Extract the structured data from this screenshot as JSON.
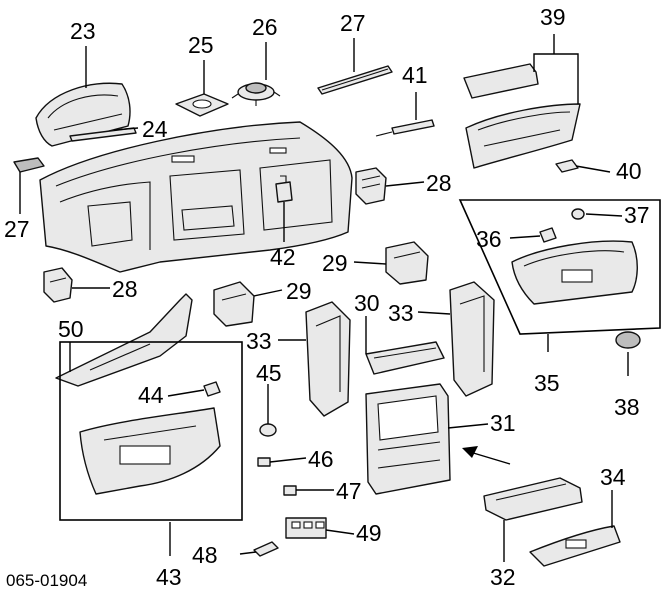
{
  "callouts": {
    "p23": "23",
    "p25": "25",
    "p26": "26",
    "p27_top": "27",
    "p39": "39",
    "p41": "41",
    "p24": "24",
    "p27_left": "27",
    "p28_mid": "28",
    "p40": "40",
    "p37": "37",
    "p36": "36",
    "p42": "42",
    "p29_upper": "29",
    "p28_left": "28",
    "p29_lower": "29",
    "p30": "30",
    "p33_right": "33",
    "p50": "50",
    "p33_left": "33",
    "p35": "35",
    "p45": "45",
    "p44": "44",
    "p38": "38",
    "p31": "31",
    "p46": "46",
    "p47": "47",
    "p34": "34",
    "p49": "49",
    "p48": "48",
    "p43": "43",
    "p32": "32"
  },
  "diagram_code": "065-01904"
}
